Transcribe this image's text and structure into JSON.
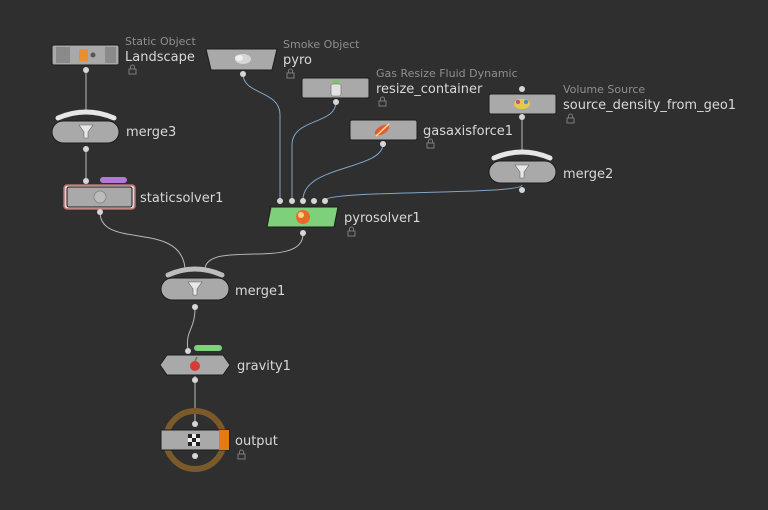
{
  "network": {
    "nodes": {
      "landscape": {
        "type_label": "Static Object",
        "name": "Landscape",
        "icon": "static-object-icon"
      },
      "pyro": {
        "type_label": "Smoke Object",
        "name": "pyro",
        "icon": "smoke-object-icon"
      },
      "resize_container": {
        "type_label": "Gas Resize Fluid Dynamic",
        "name": "resize_container",
        "icon": "bottle-icon"
      },
      "gasaxisforce1": {
        "name": "gasaxisforce1",
        "icon": "axis-force-icon"
      },
      "source_density": {
        "type_label": "Volume Source",
        "name": "source_density_from_geo1",
        "icon": "volume-source-icon"
      },
      "merge3": {
        "name": "merge3",
        "icon": "funnel-icon"
      },
      "merge2": {
        "name": "merge2",
        "icon": "funnel-icon"
      },
      "staticsolver1": {
        "name": "staticsolver1",
        "icon": "static-solver-icon"
      },
      "pyrosolver1": {
        "name": "pyrosolver1",
        "icon": "pyro-solver-icon"
      },
      "merge1": {
        "name": "merge1",
        "icon": "funnel-icon"
      },
      "gravity1": {
        "name": "gravity1",
        "icon": "gravity-apple-icon"
      },
      "output": {
        "name": "output",
        "icon": "checkered-flag-icon"
      }
    },
    "colors": {
      "background": "#2f2f2f",
      "node_gray": "#a9a9a9",
      "pyrosolver_green": "#7ed07a",
      "output_orange": "#e57a12",
      "output_ring": "#7a5a2a",
      "flag_purple": "#b07ad8",
      "flag_green": "#7ed07a",
      "wire_blue": "#7fa6c8",
      "wire_gray": "#b8b8b8"
    }
  }
}
